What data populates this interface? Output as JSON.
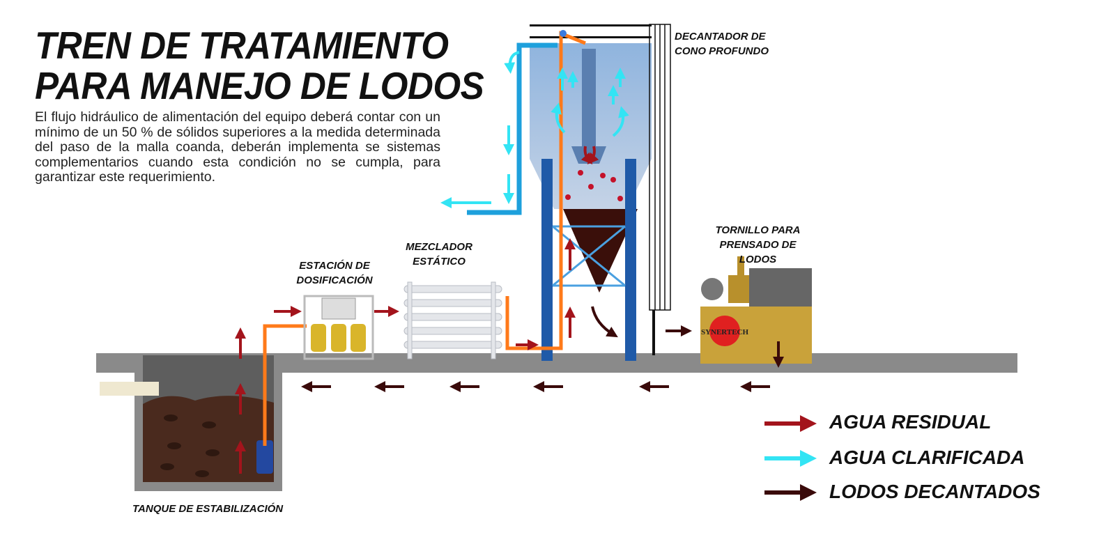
{
  "title": {
    "line1": "TREN DE TRATAMIENTO",
    "line2": "PARA MANEJO DE LODOS"
  },
  "description": "El flujo hidráulico de alimentación del equipo deberá contar con  un mínimo de un 50 % de sólidos superiores a la medida determinada  del  paso de la malla coanda, deberán  implementa se sistemas complementarios cuando esta condición no se cumpla, para garantizar este requerimiento.",
  "labels": {
    "decantador": [
      "DECANTADOR DE",
      "CONO PROFUNDO"
    ],
    "tornillo": [
      "TORNILLO PARA",
      "PRENSADO DE LODOS"
    ],
    "mezclador": [
      "MEZCLADOR",
      "ESTÁTICO"
    ],
    "dosificacion": [
      "ESTACIÓN DE",
      "DOSIFICACIÓN"
    ],
    "tanque": "TANQUE DE ESTABILIZACIÓN",
    "brand": "SYNERTECH"
  },
  "legend": [
    {
      "label": "AGUA RESIDUAL",
      "color": "#a3141c"
    },
    {
      "label": "AGUA CLARIFICADA",
      "color": "#33e4f4"
    },
    {
      "label": "LODOS DECANTADOS",
      "color": "#3a0a0a"
    }
  ],
  "colors": {
    "pipe_orange": "#ff7a1a",
    "pipe_blue": "#1ea0dc",
    "steel": "#1f5aa8",
    "ground": "#8a8a8a",
    "sludge": "#3a0f0a"
  }
}
